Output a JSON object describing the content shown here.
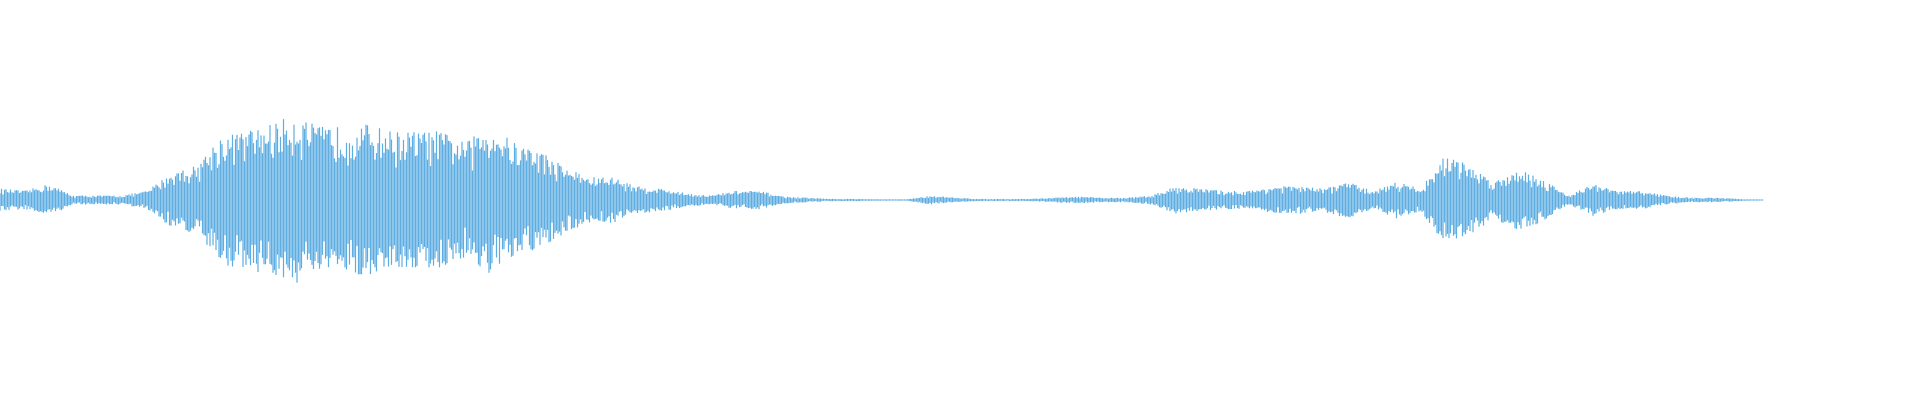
{
  "waveform": {
    "color": "#5dade2",
    "background": "#ffffff",
    "amplitude_envelope": [
      0.05,
      0.04,
      0.07,
      0.02,
      0.02,
      0.02,
      0.04,
      0.12,
      0.15,
      0.28,
      0.3,
      0.33,
      0.37,
      0.32,
      0.32,
      0.33,
      0.3,
      0.3,
      0.3,
      0.25,
      0.33,
      0.25,
      0.22,
      0.15,
      0.1,
      0.1,
      0.06,
      0.05,
      0.03,
      0.02,
      0.04,
      0.04,
      0.015,
      0.01,
      0.005,
      0.005,
      0.003,
      0.003,
      0.02,
      0.01,
      0.005,
      0.005,
      0.005,
      0.01,
      0.015,
      0.01,
      0.01,
      0.02,
      0.06,
      0.05,
      0.04,
      0.04,
      0.06,
      0.06,
      0.05,
      0.08,
      0.04,
      0.08,
      0.05,
      0.2,
      0.15,
      0.08,
      0.14,
      0.09,
      0.02,
      0.07,
      0.04,
      0.04,
      0.02,
      0.01,
      0.01,
      0.005,
      0,
      0,
      0,
      0,
      0,
      0,
      0
    ]
  }
}
